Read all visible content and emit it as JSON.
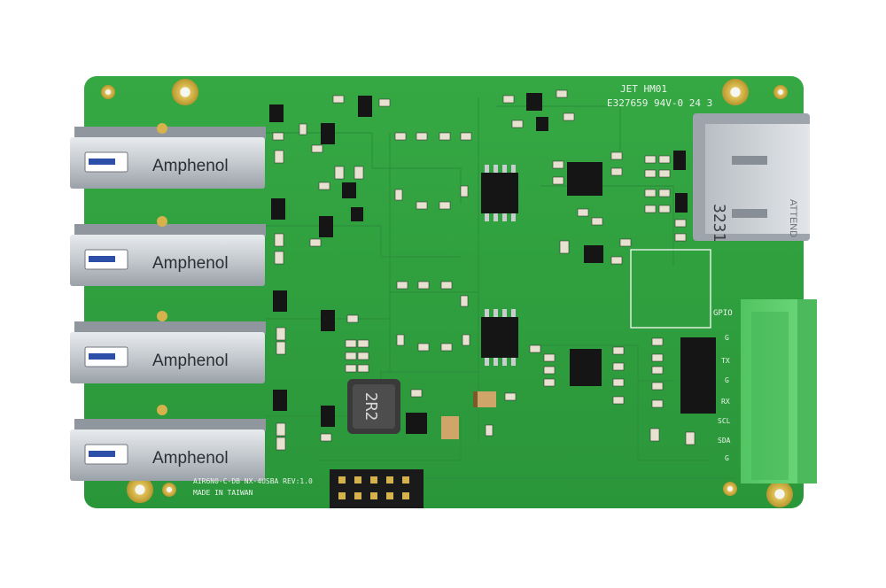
{
  "board": {
    "silkscreen": {
      "cert_line_1": "JET HM01",
      "cert_line_2": "E327659 94V-0 24 3",
      "model_line": "AIR6N0-C-DB NX-4USBA REV:1.0",
      "origin_line": "MADE IN TAIWAN",
      "inductor_marking": "2R2",
      "sd_slot_marking": "3231",
      "sd_slot_brand": "ATTEND"
    },
    "usb_ports": [
      {
        "brand": "Amphenol"
      },
      {
        "brand": "Amphenol"
      },
      {
        "brand": "Amphenol"
      },
      {
        "brand": "Amphenol"
      }
    ],
    "gpio_header": {
      "title": "GPIO",
      "pins": [
        "G",
        "TX",
        "G",
        "RX",
        "SCL",
        "SDA",
        "G"
      ]
    },
    "colors": {
      "pcb": "#2f9e3b",
      "pcb_dark": "#23812f",
      "usb_shell": "#c9ced3",
      "terminal_block": "#5fce6d",
      "gold": "#d4b24c"
    }
  }
}
